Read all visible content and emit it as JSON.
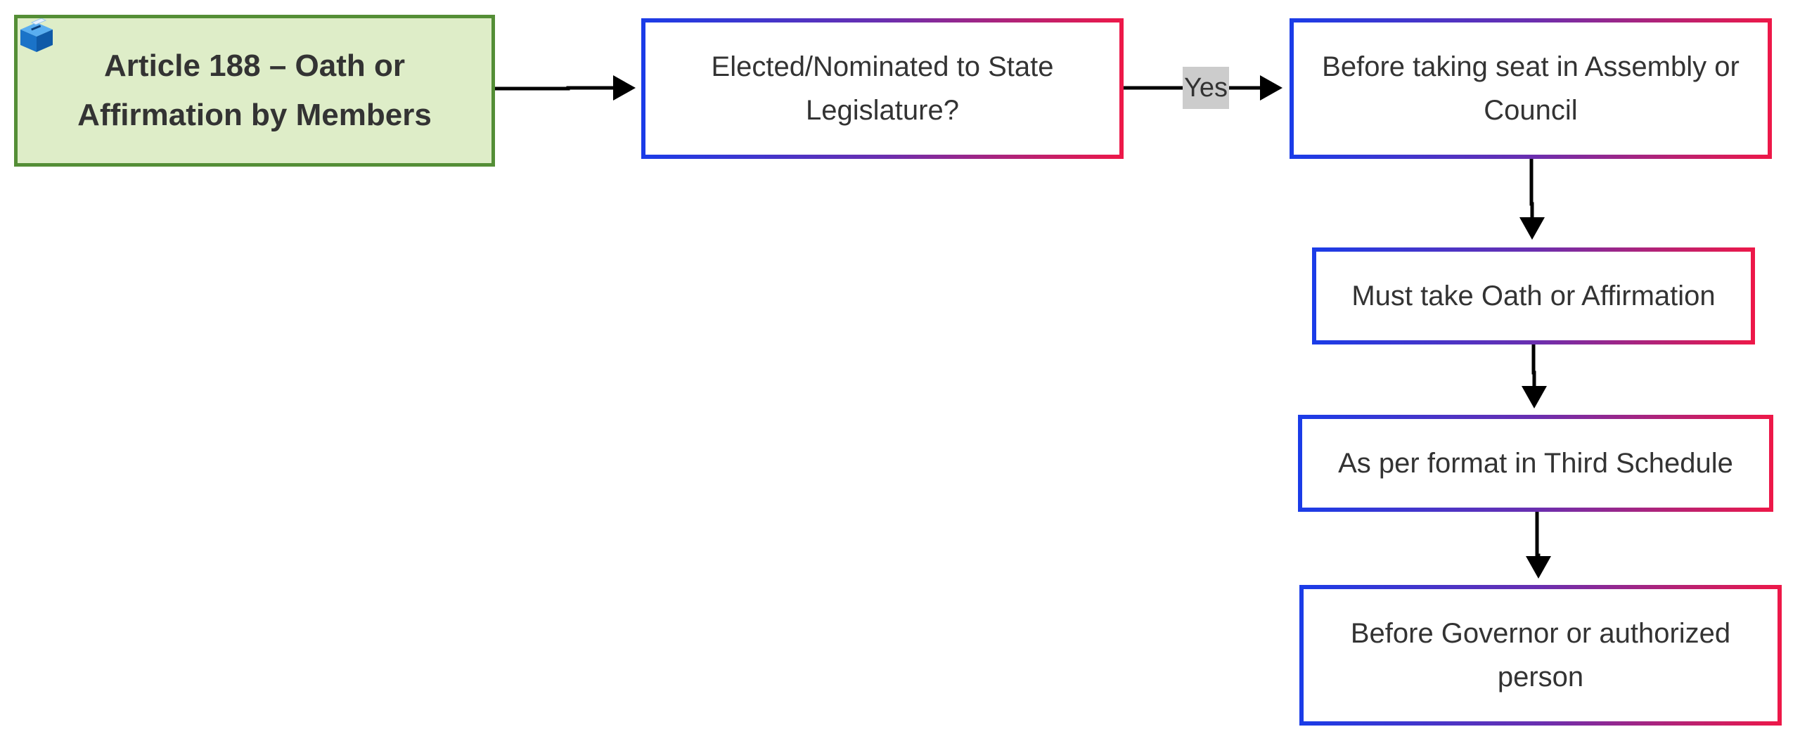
{
  "diagram": {
    "start": {
      "icon": "ballot-box-icon",
      "line1": "Article 188 – Oath or",
      "line2": "Affirmation by Members"
    },
    "nodes": {
      "elected": "Elected/Nominated to State Legislature?",
      "before_seat": "Before taking seat in Assembly or Council",
      "must_take_oath": "Must take Oath or Affirmation",
      "third_schedule": "As per format in Third Schedule",
      "before_governor": "Before Governor or authorized person"
    },
    "edge_labels": {
      "yes": "Yes"
    },
    "colors": {
      "start_fill": "#deedc8",
      "start_border": "#548e36",
      "gradient_start": "#1a3ce8",
      "gradient_end": "#ee1848",
      "edge_label_bg": "#cccccc",
      "arrow": "#000000"
    }
  }
}
